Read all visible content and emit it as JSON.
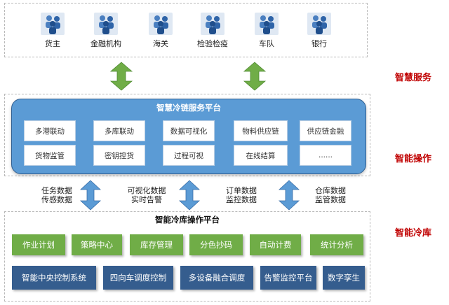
{
  "top": {
    "parties": [
      {
        "label": "货主",
        "icon": "people-icon"
      },
      {
        "label": "金融机构",
        "icon": "people-icon"
      },
      {
        "label": "海关",
        "icon": "people-icon"
      },
      {
        "label": "检验检疫",
        "icon": "people-icon"
      },
      {
        "label": "车队",
        "icon": "people-icon"
      },
      {
        "label": "银行",
        "icon": "people-icon"
      }
    ]
  },
  "platform": {
    "title": "智慧冷链服务平台",
    "row1": [
      "多港联动",
      "多库联动",
      "数据可视化",
      "物料供应链",
      "供应链金融"
    ],
    "row2": [
      "货物监管",
      "密钥控货",
      "过程可视",
      "在线结算",
      "......"
    ]
  },
  "data_labels": [
    {
      "line1": "任务数据",
      "line2": "传感数据"
    },
    {
      "line1": "可视化数据",
      "line2": "实时告警"
    },
    {
      "line1": "订单数据",
      "line2": "监控数据"
    },
    {
      "line1": "仓库数据",
      "line2": "监管数据"
    }
  ],
  "ops": {
    "title": "智能冷库操作平台",
    "green": [
      "作业计划",
      "策略中心",
      "库存管理",
      "分色抄码",
      "自动计费",
      "统计分析"
    ],
    "blue": [
      "智能中央控制系统",
      "四向车调度控制",
      "多设备融合调度",
      "告警监控平台",
      "数字孪生"
    ]
  },
  "side_labels": [
    "智慧服务",
    "智能操作",
    "智能冷库"
  ],
  "colors": {
    "panel_blue": "#5b9bd5",
    "green_arrow": "#70ad47",
    "blue_arrow": "#5b9bd5",
    "green_box": "#70ad47",
    "dark_blue_box": "#355d8e",
    "side_label_red": "#c00000"
  }
}
